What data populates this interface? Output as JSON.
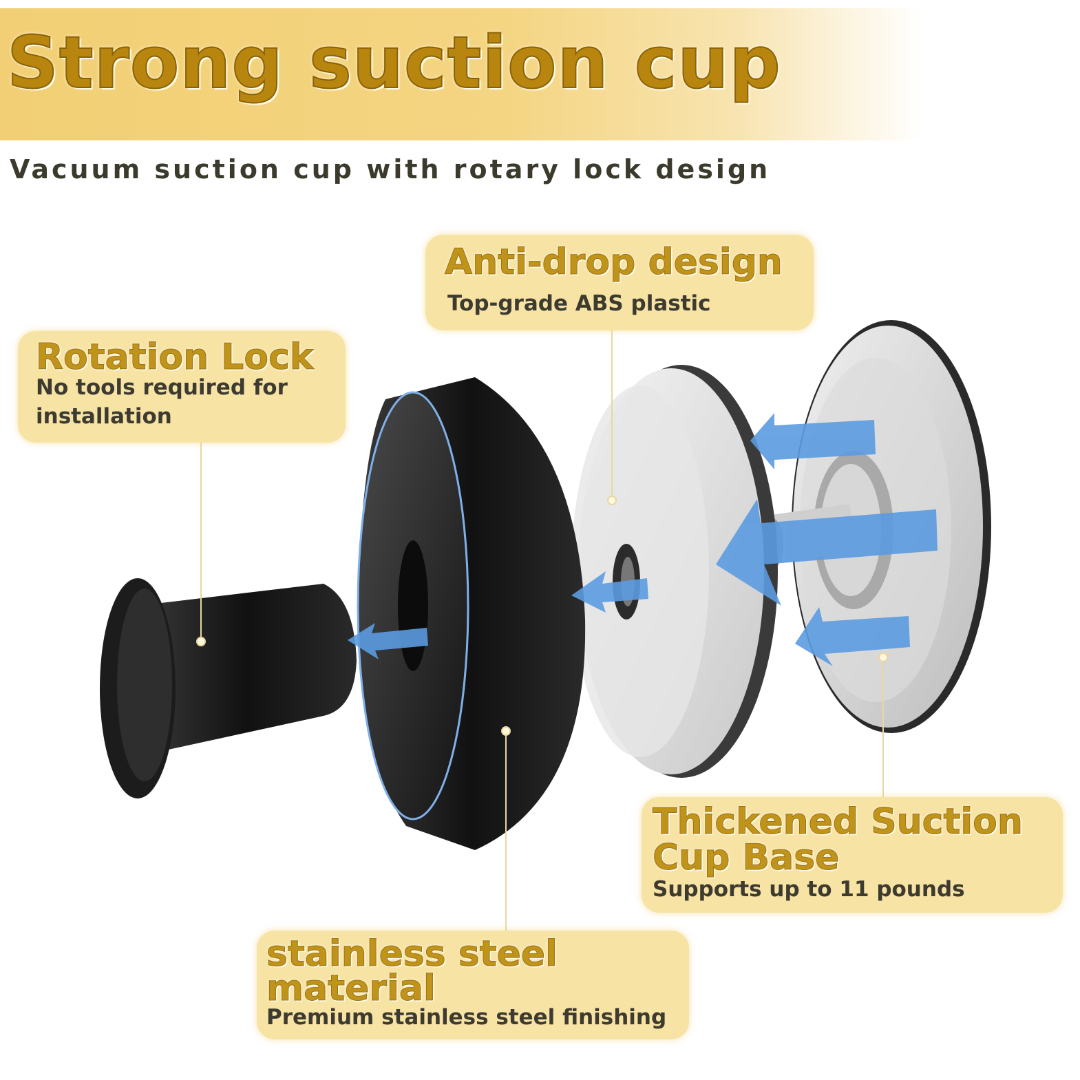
{
  "header": {
    "title": "Strong suction cup",
    "subtitle": "Vacuum suction cup with rotary lock design"
  },
  "callouts": {
    "anti_drop": {
      "title": "Anti-drop design",
      "subtitle": "Top-grade ABS plastic"
    },
    "rotation_lock": {
      "title": "Rotation Lock",
      "subtitle": "No tools required for installation"
    },
    "suction_base": {
      "title_line1": "Thickened Suction",
      "title_line2": "Cup Base",
      "subtitle": "Supports up to 11 pounds"
    },
    "stainless": {
      "title_line1": "stainless steel",
      "title_line2": "material",
      "subtitle": "Premium stainless steel finishing"
    }
  },
  "colors": {
    "gold_text": "#b8860f",
    "callout_bg": "#f7e3a4",
    "arrow_blue": "#5b9be0",
    "product_black": "#1a1a1a"
  }
}
